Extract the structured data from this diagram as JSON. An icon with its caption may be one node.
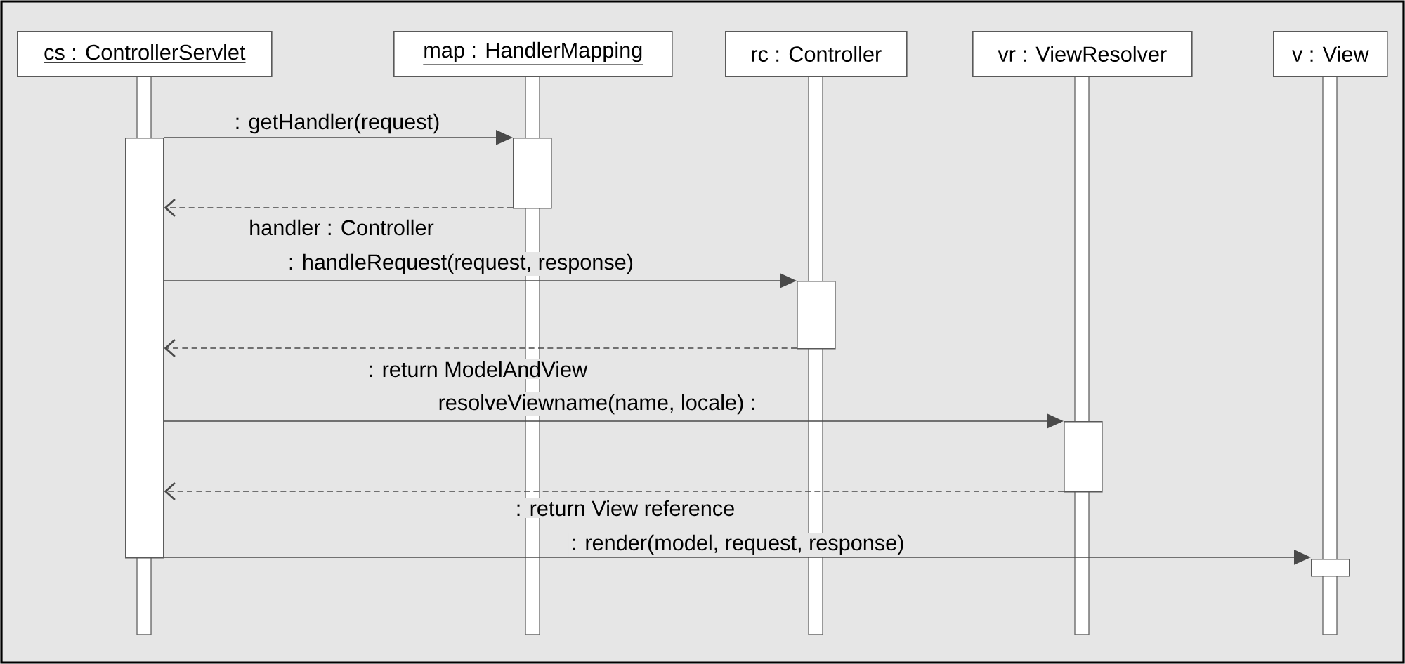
{
  "diagram": {
    "nodes": [
      {
        "text": [
          "cs : ControllerServlet"
        ]
      },
      {
        "text": [
          "map : HandlerMapping"
        ]
      },
      {
        "text": [
          "rc : Controller"
        ]
      },
      {
        "text": [
          "vr : ViewResolver"
        ]
      },
      {
        "text": [
          "v : View"
        ]
      },
      {
        "text": [],
        "shape": "bar"
      },
      {
        "text": [],
        "shape": "bar"
      },
      {
        "text": [],
        "shape": "bar"
      },
      {
        "text": [],
        "shape": "bar"
      },
      {
        "text": [],
        "shape": "bar"
      }
    ],
    "edges": [
      {
        "from": 5,
        "to": 6,
        "arrow": "to",
        "label": ": getHandler(request)"
      },
      {
        "from": 6,
        "to": 5,
        "arrow": "to",
        "style": "dashed",
        "label": "handler : Controller"
      },
      {
        "from": 5,
        "to": 7,
        "arrow": "to",
        "label": ": handleRequest(request, response)"
      },
      {
        "from": 7,
        "to": 5,
        "arrow": "to",
        "style": "dashed",
        "label": ": return ModelAndView"
      },
      {
        "from": 5,
        "to": 8,
        "arrow": "to",
        "label": "resolveViewname(name, locale) :"
      },
      {
        "from": 8,
        "to": 5,
        "arrow": "to",
        "style": "dashed",
        "label": ": return View reference"
      },
      {
        "from": 5,
        "to": 9,
        "arrow": "to",
        "label": ": render(model, request, response)"
      }
    ]
  }
}
